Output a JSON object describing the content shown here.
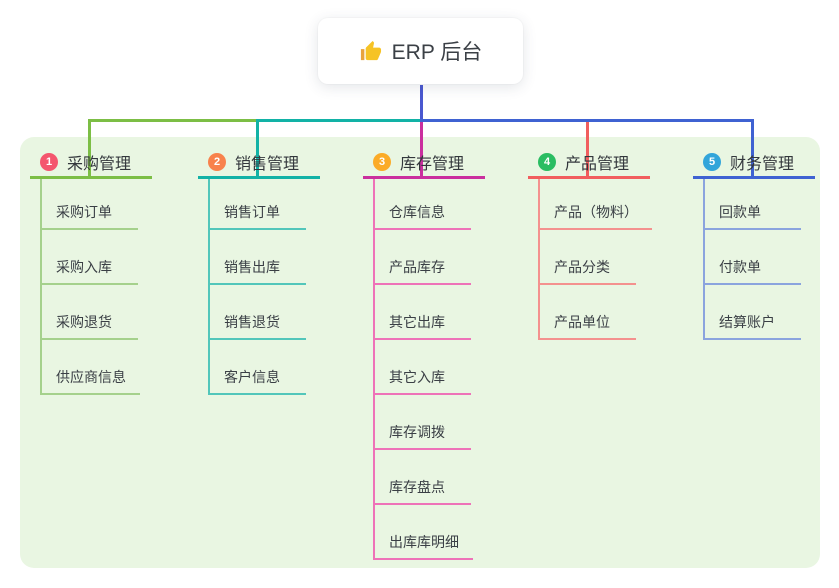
{
  "root": {
    "icon": "thumbs-up",
    "label": "ERP 后台"
  },
  "connector": {
    "root_color": "#4a58d0"
  },
  "canvas": {
    "background": "#ffffff",
    "panel_color": "#e9f6e2"
  },
  "branches": [
    {
      "badge": "1",
      "label": "采购管理",
      "badge_color": "#f4566e",
      "line_color": "#7cbe45",
      "child_line_color": "#a5d18c",
      "children": [
        "采购订单",
        "采购入库",
        "采购退货",
        "供应商信息"
      ]
    },
    {
      "badge": "2",
      "label": "销售管理",
      "badge_color": "#f8824c",
      "line_color": "#12b2a6",
      "child_line_color": "#52c6ba",
      "children": [
        "销售订单",
        "销售出库",
        "销售退货",
        "客户信息"
      ]
    },
    {
      "badge": "3",
      "label": "库存管理",
      "badge_color": "#fbab27",
      "line_color": "#ca2f9e",
      "child_line_color": "#ee72b8",
      "children": [
        "仓库信息",
        "产品库存",
        "其它出库",
        "其它入库",
        "库存调拨",
        "库存盘点",
        "出库库明细"
      ]
    },
    {
      "badge": "4",
      "label": "产品管理",
      "badge_color": "#2abd62",
      "line_color": "#f15e5e",
      "child_line_color": "#f4918e",
      "children": [
        "产品（物料）",
        "产品分类",
        "产品单位"
      ]
    },
    {
      "badge": "5",
      "label": "财务管理",
      "badge_color": "#32a5da",
      "line_color": "#3f62d2",
      "child_line_color": "#8ba4de",
      "children": [
        "回款单",
        "付款单",
        "结算账户"
      ]
    }
  ]
}
